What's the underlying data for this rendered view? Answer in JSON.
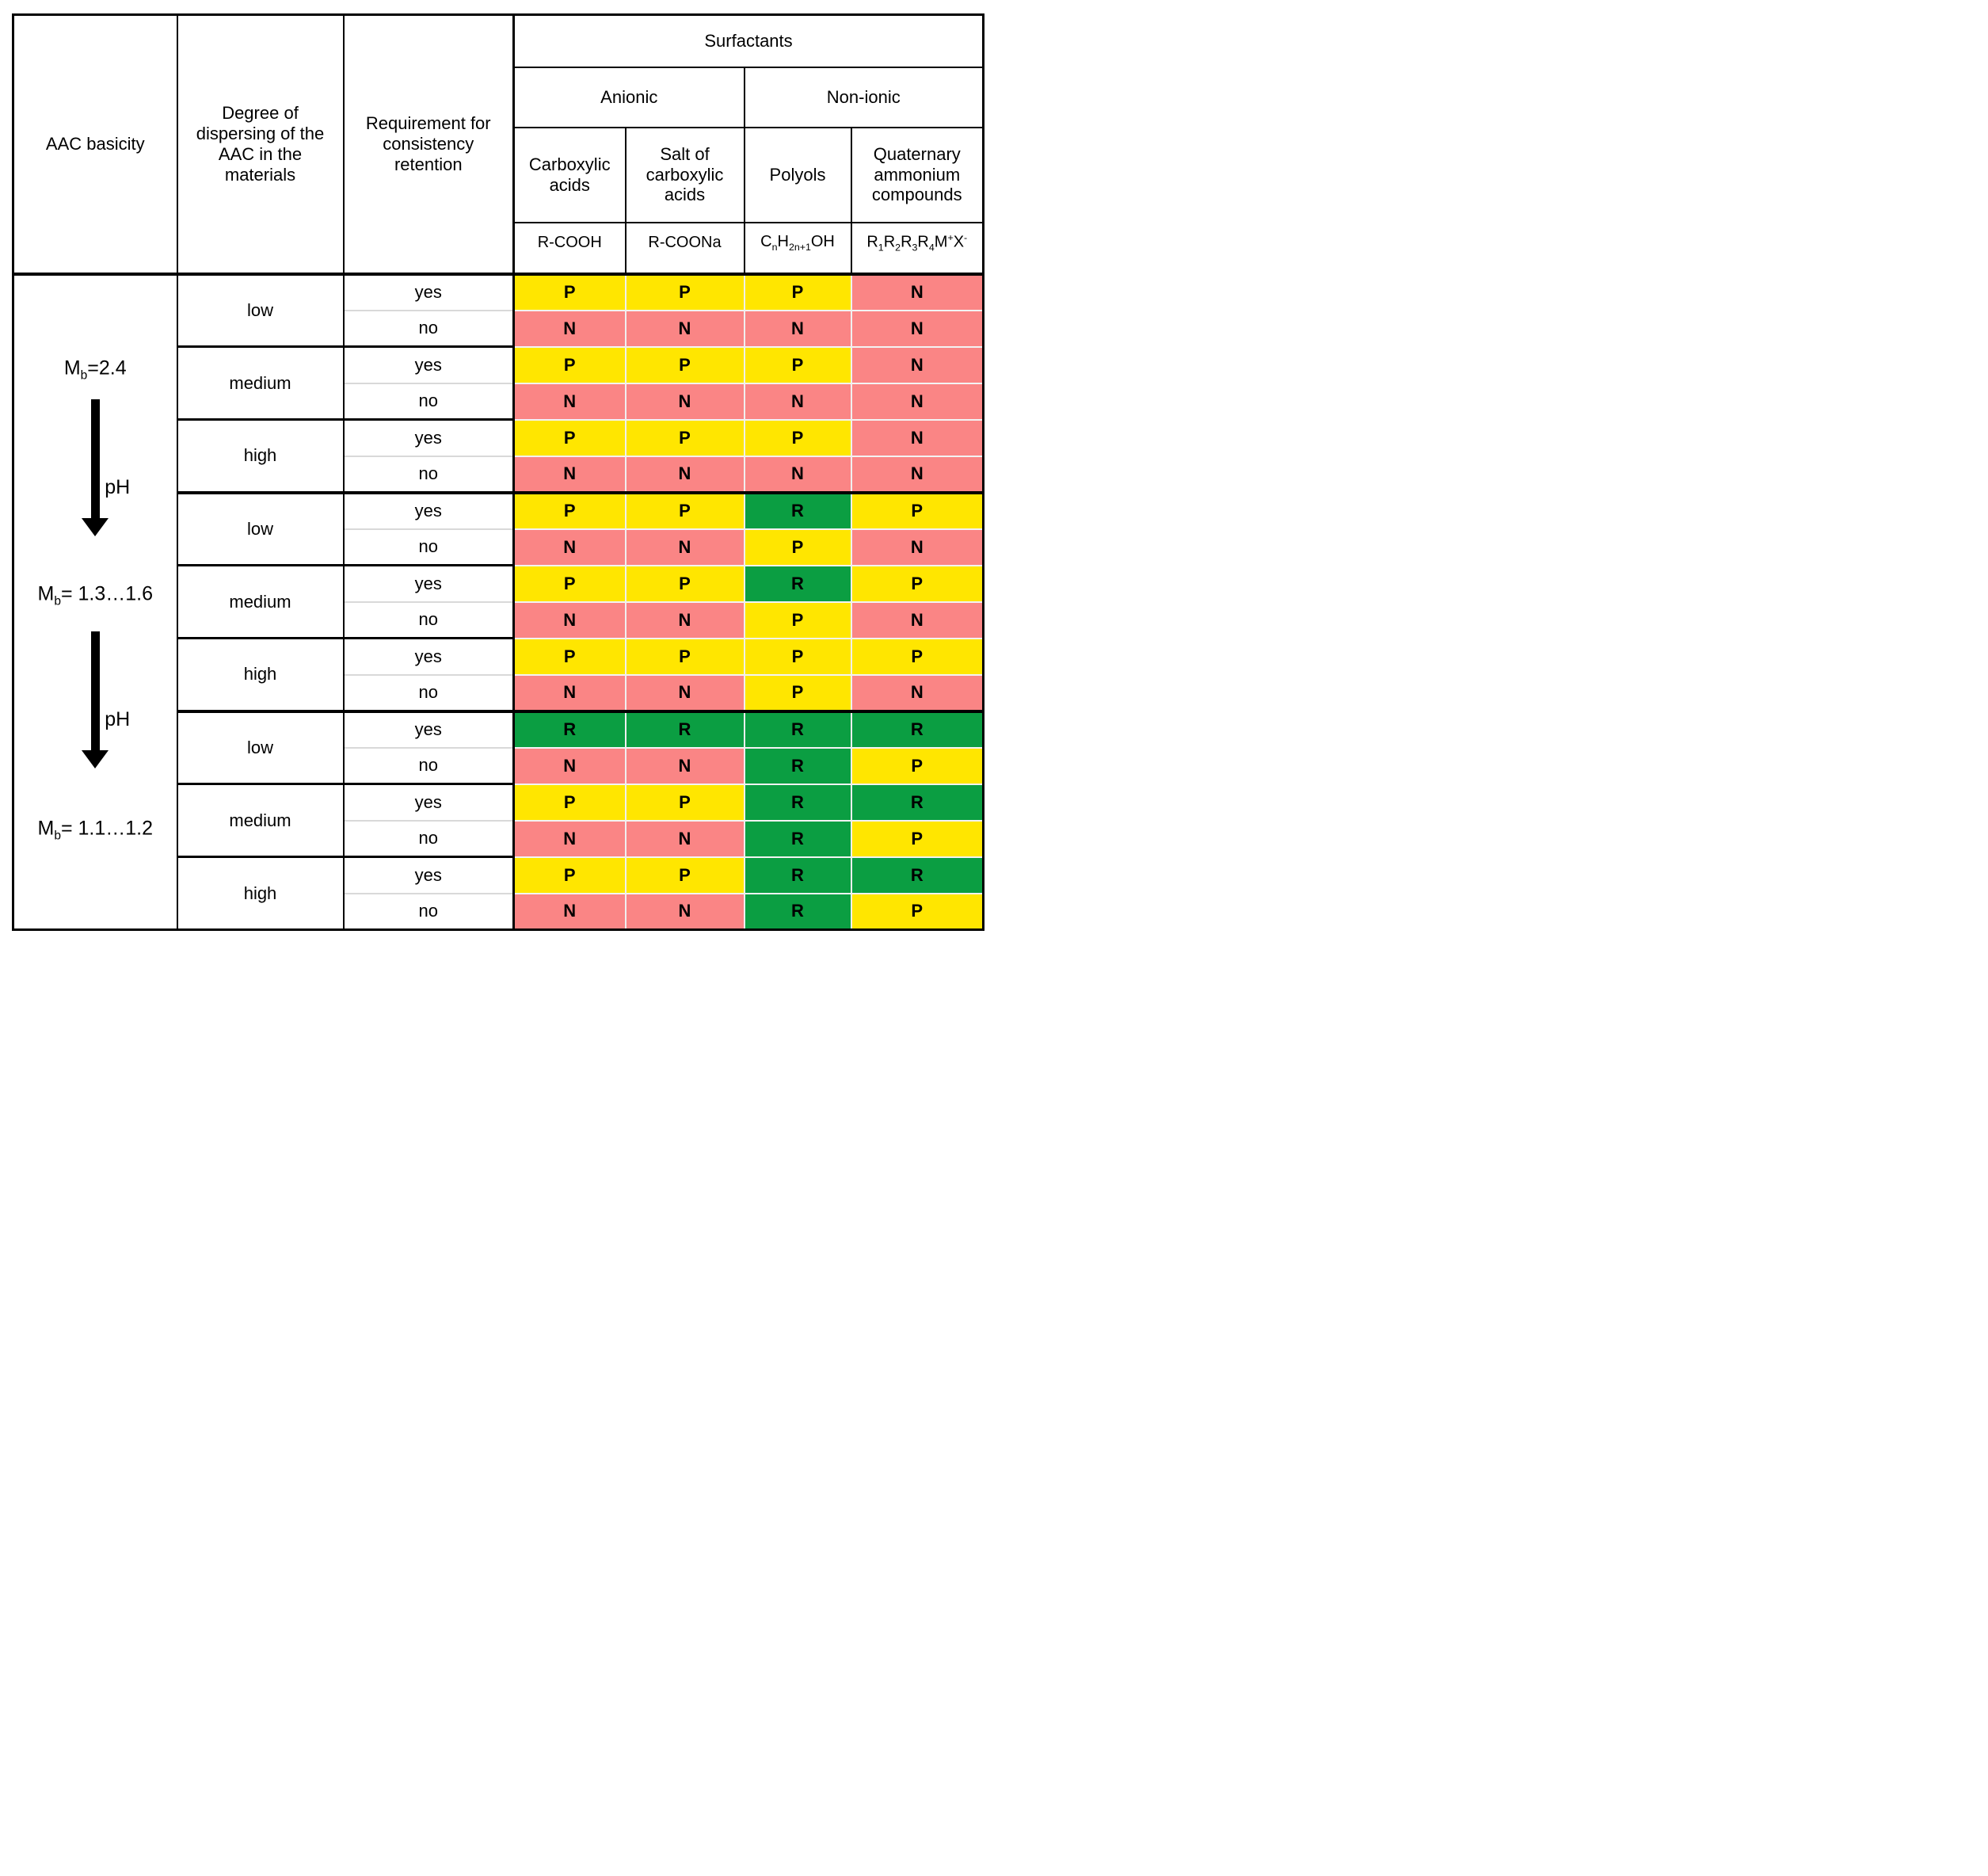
{
  "figure": {
    "header": {
      "aac_basicity": "AAC basicity",
      "dispersing": "Degree of dispersing of the AAC in the materials",
      "requirement": "Requirement for consistency retention",
      "surfactants": "Surfactants",
      "anionic": "Anionic",
      "non_ionic": "Non-ionic",
      "subcolumns": [
        "Carboxylic acids",
        "Salt of carboxylic acids",
        "Polyols",
        "Quaternary ammonium compounds"
      ],
      "formulas": [
        {
          "parts": [
            {
              "t": "R-COOH"
            }
          ]
        },
        {
          "parts": [
            {
              "t": "R-COONa"
            }
          ]
        },
        {
          "parts": [
            {
              "t": "C"
            },
            {
              "t": "n",
              "s": "sub"
            },
            {
              "t": "H"
            },
            {
              "t": "2n+1",
              "s": "sub"
            },
            {
              "t": "OH"
            }
          ]
        },
        {
          "parts": [
            {
              "t": "R"
            },
            {
              "t": "1",
              "s": "sub"
            },
            {
              "t": "R"
            },
            {
              "t": "2",
              "s": "sub"
            },
            {
              "t": "R"
            },
            {
              "t": "3",
              "s": "sub"
            },
            {
              "t": "R"
            },
            {
              "t": "4",
              "s": "sub"
            },
            {
              "t": "M"
            },
            {
              "t": "+",
              "s": "sup"
            },
            {
              "t": "X"
            },
            {
              "t": "-",
              "s": "sup"
            }
          ]
        }
      ]
    },
    "basicity_flow": {
      "labels": [
        {
          "text": "Mb=2.4",
          "parts": [
            {
              "t": "M"
            },
            {
              "t": "b",
              "s": "sub"
            },
            {
              "t": "=2.4"
            }
          ]
        },
        {
          "text": "Mb= 1.3…1.6",
          "parts": [
            {
              "t": "M"
            },
            {
              "t": "b",
              "s": "sub"
            },
            {
              "t": "= 1.3…1.6"
            }
          ]
        },
        {
          "text": "Mb= 1.1…1.2",
          "parts": [
            {
              "t": "M"
            },
            {
              "t": "b",
              "s": "sub"
            },
            {
              "t": "= 1.1…1.2"
            }
          ]
        }
      ],
      "arrow_label": "pH"
    },
    "value_colors": {
      "P": "#FFE600",
      "N": "#FA8585",
      "R": "#0B9E42"
    },
    "groups": [
      {
        "basicity": "Mb=2.4",
        "subgroups": [
          {
            "dispersing": "low",
            "rows": [
              {
                "requirement": "yes",
                "values": [
                  "P",
                  "P",
                  "P",
                  "N"
                ]
              },
              {
                "requirement": "no",
                "values": [
                  "N",
                  "N",
                  "N",
                  "N"
                ]
              }
            ]
          },
          {
            "dispersing": "medium",
            "rows": [
              {
                "requirement": "yes",
                "values": [
                  "P",
                  "P",
                  "P",
                  "N"
                ]
              },
              {
                "requirement": "no",
                "values": [
                  "N",
                  "N",
                  "N",
                  "N"
                ]
              }
            ]
          },
          {
            "dispersing": "high",
            "rows": [
              {
                "requirement": "yes",
                "values": [
                  "P",
                  "P",
                  "P",
                  "N"
                ]
              },
              {
                "requirement": "no",
                "values": [
                  "N",
                  "N",
                  "N",
                  "N"
                ]
              }
            ]
          }
        ]
      },
      {
        "basicity": "Mb= 1.3…1.6",
        "subgroups": [
          {
            "dispersing": "low",
            "rows": [
              {
                "requirement": "yes",
                "values": [
                  "P",
                  "P",
                  "R",
                  "P"
                ]
              },
              {
                "requirement": "no",
                "values": [
                  "N",
                  "N",
                  "P",
                  "N"
                ]
              }
            ]
          },
          {
            "dispersing": "medium",
            "rows": [
              {
                "requirement": "yes",
                "values": [
                  "P",
                  "P",
                  "R",
                  "P"
                ]
              },
              {
                "requirement": "no",
                "values": [
                  "N",
                  "N",
                  "P",
                  "N"
                ]
              }
            ]
          },
          {
            "dispersing": "high",
            "rows": [
              {
                "requirement": "yes",
                "values": [
                  "P",
                  "P",
                  "P",
                  "P"
                ]
              },
              {
                "requirement": "no",
                "values": [
                  "N",
                  "N",
                  "P",
                  "N"
                ]
              }
            ]
          }
        ]
      },
      {
        "basicity": "Mb= 1.1…1.2",
        "subgroups": [
          {
            "dispersing": "low",
            "rows": [
              {
                "requirement": "yes",
                "values": [
                  "R",
                  "R",
                  "R",
                  "R"
                ]
              },
              {
                "requirement": "no",
                "values": [
                  "N",
                  "N",
                  "R",
                  "P"
                ]
              }
            ]
          },
          {
            "dispersing": "medium",
            "rows": [
              {
                "requirement": "yes",
                "values": [
                  "P",
                  "P",
                  "R",
                  "R"
                ]
              },
              {
                "requirement": "no",
                "values": [
                  "N",
                  "N",
                  "R",
                  "P"
                ]
              }
            ]
          },
          {
            "dispersing": "high",
            "rows": [
              {
                "requirement": "yes",
                "values": [
                  "P",
                  "P",
                  "R",
                  "R"
                ]
              },
              {
                "requirement": "no",
                "values": [
                  "N",
                  "N",
                  "R",
                  "P"
                ]
              }
            ]
          }
        ]
      }
    ]
  }
}
